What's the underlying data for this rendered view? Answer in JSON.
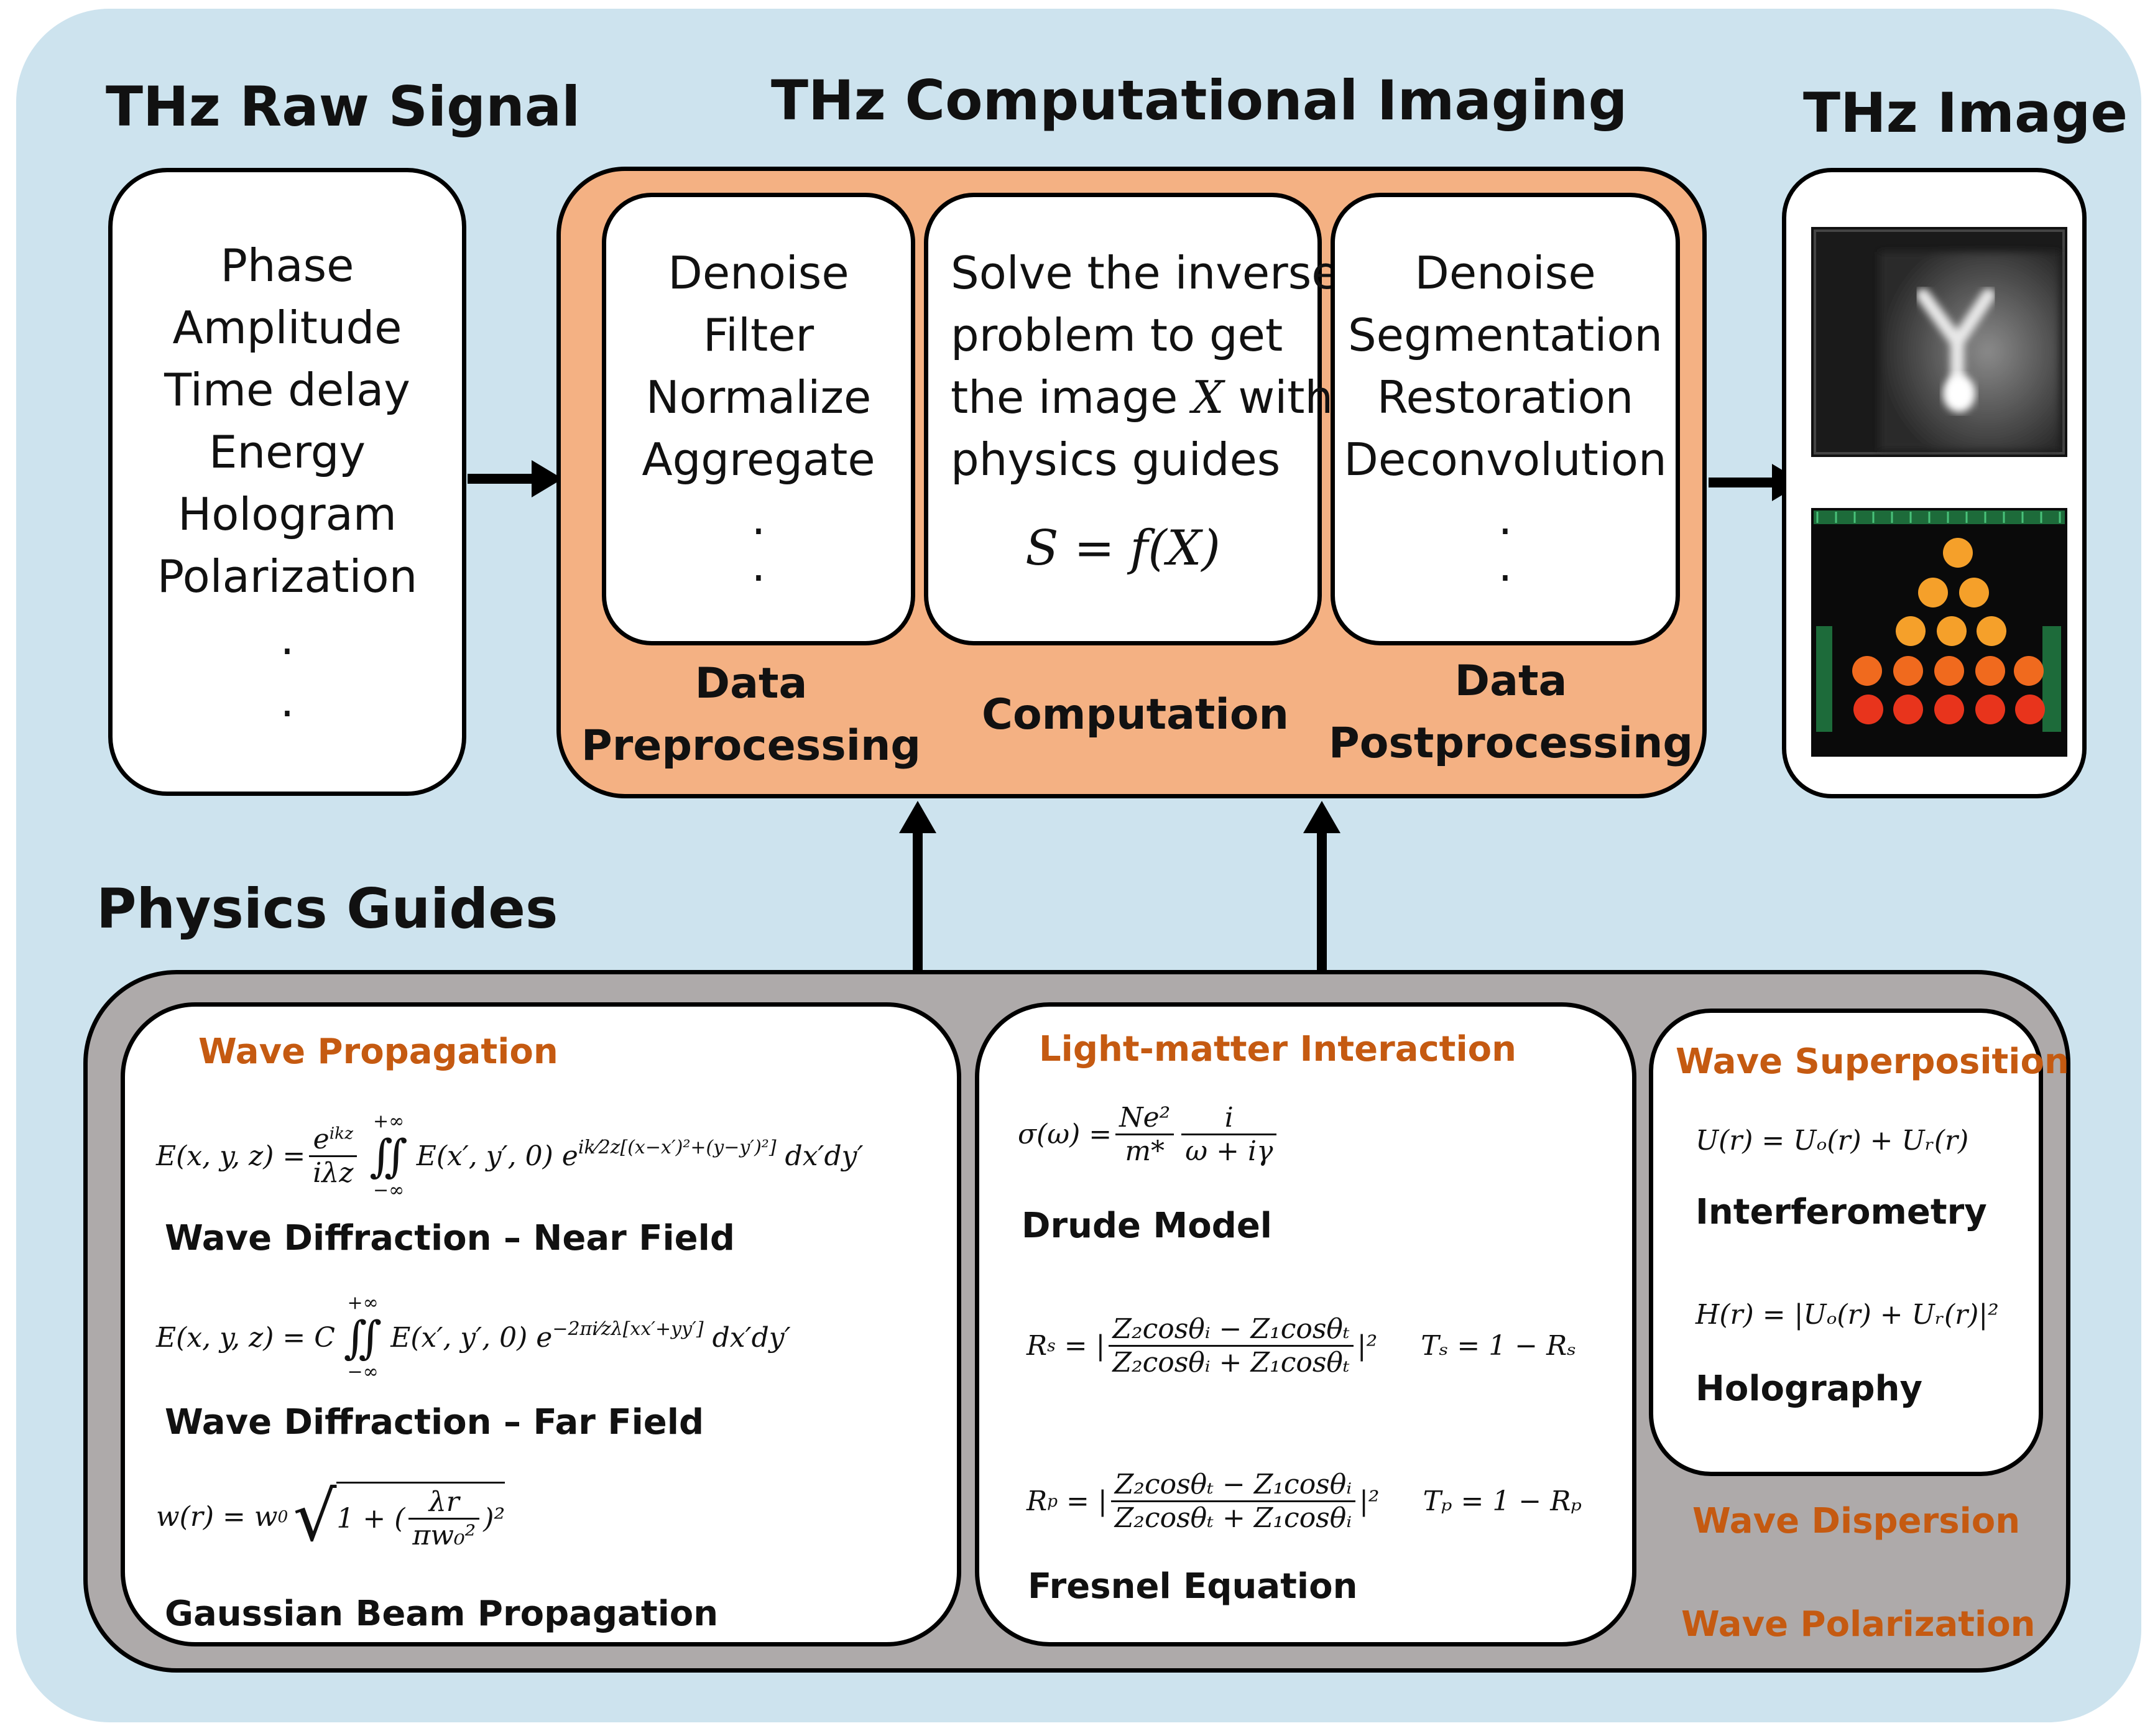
{
  "headings": {
    "raw_signal": "THz Raw Signal",
    "computational_imaging": "THz Computational Imaging",
    "thz_image": "THz Image",
    "physics_guides": "Physics Guides"
  },
  "raw_signal": {
    "items": [
      "Phase",
      "Amplitude",
      "Time delay",
      "Energy",
      "Hologram",
      "Polarization"
    ],
    "dots": [
      ".",
      "."
    ]
  },
  "preprocessing": {
    "items": [
      "Denoise",
      "Filter",
      "Normalize",
      "Aggregate"
    ],
    "dots": [
      ".",
      "."
    ],
    "label_line1": "Data",
    "label_line2": "Preprocessing"
  },
  "computation": {
    "lines": [
      "Solve the inverse",
      "problem to get",
      "the image",
      "with",
      "physics guides"
    ],
    "var_x": "X",
    "equation": "S = f(X)",
    "label": "Computation"
  },
  "postprocessing": {
    "items": [
      "Denoise",
      "Segmentation",
      "Restoration",
      "Deconvolution"
    ],
    "dots": [
      ".",
      "."
    ],
    "label_line1": "Data",
    "label_line2": "Postprocessing"
  },
  "wave_propagation": {
    "title": "Wave Propagation",
    "near_field_label": "Wave Diffraction – Near Field",
    "far_field_label": "Wave Diffraction – Far Field",
    "gaussian_label": "Gaussian Beam Propagation",
    "eq_near_lhs": "E(x, y, z) =",
    "eq_near_frac_num": "e",
    "eq_near_frac_num_sup": "ikz",
    "eq_near_frac_den": "iλz",
    "eq_lim_top": "+∞",
    "eq_lim_bottom": "−∞",
    "eq_integral": "∬",
    "eq_integrand": "E(x′, y′, 0)",
    "eq_exp_base": "e",
    "eq_near_exp": "ik⁄2z[(x−x′)²+(y−y′)²]",
    "eq_diff": "dx′dy′",
    "eq_far_lhs": "E(x, y, z) = C",
    "eq_far_exp": "−2πi⁄zλ[xx′+yy′]",
    "eq_gauss_lhs": "w(r) = w",
    "eq_gauss_sub": "0",
    "eq_gauss_inner": "1 + (",
    "eq_gauss_num": "λr",
    "eq_gauss_den": "πw₀²",
    "eq_gauss_close": ")²"
  },
  "light_matter": {
    "title": "Light-matter Interaction",
    "drude_label": "Drude Model",
    "fresnel_label": "Fresnel Equation",
    "eq_drude_lhs": "σ(ω) =",
    "eq_drude_num1": "Ne²",
    "eq_drude_den1": "m*",
    "eq_drude_num2": "i",
    "eq_drude_den2": "ω + iγ",
    "eq_rs_lhs": "R",
    "eq_rs_sub": "s",
    "eq_rs_eq": "= |",
    "eq_rs_num": "Z₂cosθᵢ − Z₁cosθₜ",
    "eq_rs_den": "Z₂cosθᵢ + Z₁cosθₜ",
    "eq_close": "|²",
    "eq_ts": "Tₛ = 1 − Rₛ",
    "eq_rp_lhs": "R",
    "eq_rp_sub": "p",
    "eq_rp_num": "Z₂cosθₜ − Z₁cosθᵢ",
    "eq_rp_den": "Z₂cosθₜ + Z₁cosθᵢ",
    "eq_tp": "Tₚ = 1 − Rₚ"
  },
  "wave_superposition": {
    "title": "Wave Superposition",
    "interferometry_label": "Interferometry",
    "holography_label": "Holography",
    "eq_u": "U(r) = Uₒ(r) + Uᵣ(r)",
    "eq_h": "H(r) = |Uₒ(r) + Uᵣ(r)|²"
  },
  "extra_topics": {
    "dispersion": "Wave Dispersion",
    "polarization": "Wave Polarization"
  },
  "colors": {
    "background_panel": "#cde3ee",
    "computational_box": "#f4b183",
    "physics_box": "#aeaaaa",
    "topic_title": "#c55a11",
    "border": "#000000"
  }
}
